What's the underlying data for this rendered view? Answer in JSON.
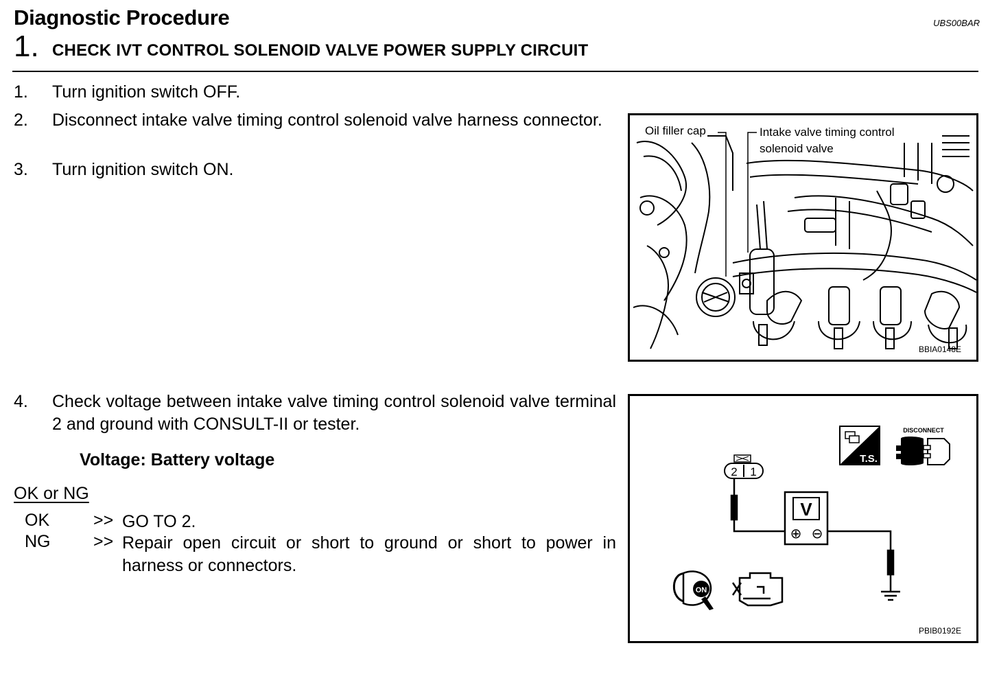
{
  "header": {
    "title": "Diagnostic Procedure",
    "doc_code": "UBS00BAR",
    "step_number": "1.",
    "step_title": "CHECK IVT CONTROL SOLENOID VALVE POWER SUPPLY CIRCUIT"
  },
  "instructions": [
    {
      "num": "1.",
      "text": "Turn ignition switch OFF."
    },
    {
      "num": "2.",
      "text": "Disconnect intake valve timing control solenoid valve harness connector."
    },
    {
      "num": "3.",
      "text": "Turn ignition switch ON."
    },
    {
      "num": "4.",
      "text": "Check voltage between intake valve timing control solenoid valve terminal 2 and ground with CONSULT-II or tester."
    }
  ],
  "spec": "Voltage: Battery voltage",
  "result": {
    "heading": "OK or NG",
    "ok_label": "OK",
    "ok_arrow": ">>",
    "ok_text": "GO TO 2.",
    "ng_label": "NG",
    "ng_arrow": ">>",
    "ng_text": "Repair open circuit or short to ground or short to power in harness or connectors."
  },
  "figure1": {
    "label_cap": "Oil filler cap",
    "label_valve_line1": "Intake valve timing control",
    "label_valve_line2": "solenoid valve",
    "code": "BBIA0148E"
  },
  "figure2": {
    "meter_symbol": "V",
    "plus": "⊕",
    "minus": "⊖",
    "terminal_2": "2",
    "terminal_1": "1",
    "ts_label": "T.S.",
    "disconnect_label": "DISCONNECT",
    "key_label": "ON",
    "code": "PBIB0192E",
    "icons": [
      "test-connector-icon",
      "disconnect-icon",
      "ignition-key-on-icon",
      "engine-icon",
      "ground-icon",
      "voltmeter-icon"
    ]
  }
}
